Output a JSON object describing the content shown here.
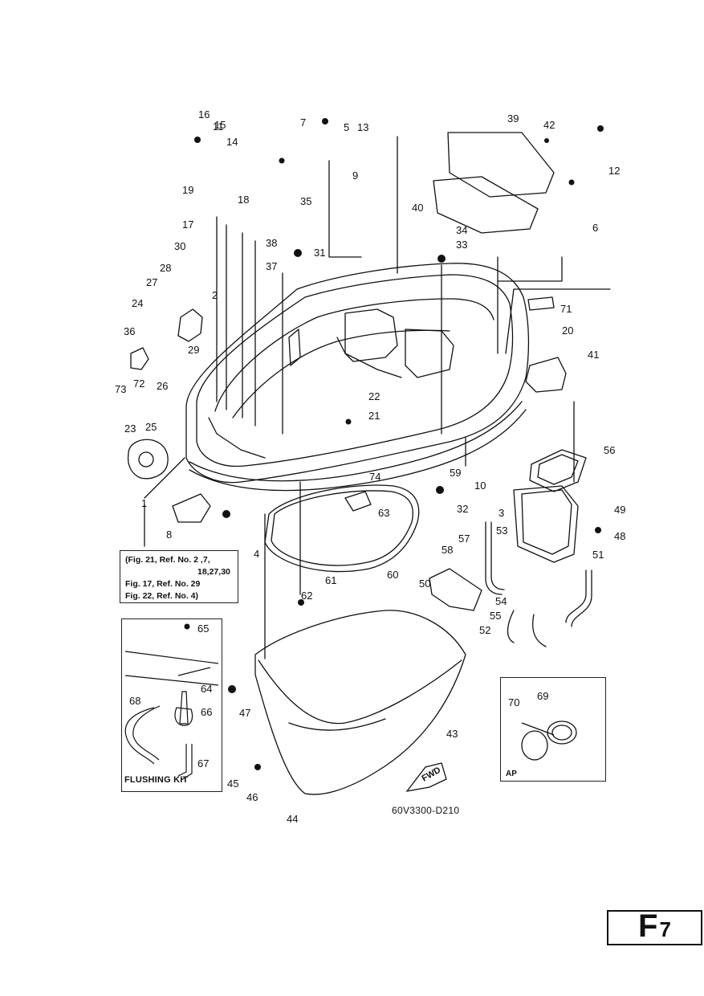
{
  "diagram": {
    "callouts": [
      "1",
      "2",
      "3",
      "4",
      "5",
      "6",
      "7",
      "8",
      "9",
      "10",
      "11",
      "12",
      "13",
      "14",
      "15",
      "16",
      "17",
      "18",
      "19",
      "20",
      "21",
      "22",
      "23",
      "24",
      "25",
      "26",
      "27",
      "28",
      "29",
      "30",
      "31",
      "32",
      "33",
      "34",
      "35",
      "36",
      "37",
      "38",
      "39",
      "40",
      "41",
      "42",
      "43",
      "44",
      "45",
      "46",
      "47",
      "48",
      "49",
      "50",
      "51",
      "52",
      "53",
      "54",
      "55",
      "56",
      "57",
      "58",
      "59",
      "60",
      "61",
      "62",
      "63",
      "64",
      "65",
      "66",
      "67",
      "68",
      "69",
      "70",
      "71",
      "72",
      "73",
      "74"
    ],
    "ref_note": {
      "line1": "(Fig. 21, Ref. No. 2 ,7,",
      "line2": "18,27,30",
      "line3": "Fig. 17, Ref. No. 29",
      "line4": "Fig. 22, Ref. No. 4)"
    },
    "flushing_kit_title": "FLUSHING KIT",
    "ap_title": "AP",
    "fwd_label": "FWD",
    "drawing_code": "60V3300-D210"
  },
  "page_badge": {
    "letter": "F",
    "number": "7"
  }
}
